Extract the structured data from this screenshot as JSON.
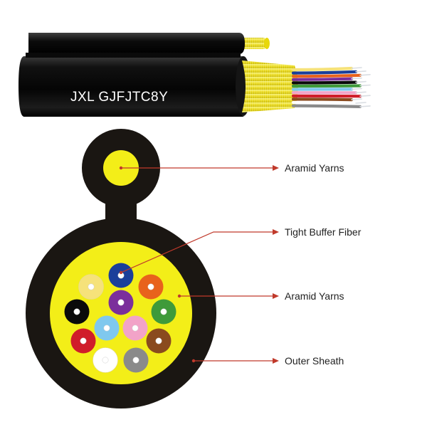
{
  "cable": {
    "model_label": "JXL GJFJTC8Y"
  },
  "callouts": [
    {
      "label": "Aramid Yarns",
      "color": "#c0392b"
    },
    {
      "label": "Tight Buffer Fiber",
      "color": "#c0392b"
    },
    {
      "label": "Aramid Yarns",
      "color": "#c0392b"
    },
    {
      "label": "Outer Sheath",
      "color": "#c0392b"
    }
  ],
  "colors": {
    "sheath": "#1a1612",
    "aramid": "#f3ee18",
    "callout_line": "#c0392b"
  },
  "fibers": [
    {
      "color": "#f6e27a",
      "name": "yellow"
    },
    {
      "color": "#1b3f9a",
      "name": "blue"
    },
    {
      "color": "#e8621c",
      "name": "orange"
    },
    {
      "color": "#7b2f9c",
      "name": "violet"
    },
    {
      "color": "#0a0a0a",
      "name": "black"
    },
    {
      "color": "#3f9a3a",
      "name": "green"
    },
    {
      "color": "#7fc8ee",
      "name": "aqua"
    },
    {
      "color": "#f2a3c8",
      "name": "rose"
    },
    {
      "color": "#d01d2a",
      "name": "red"
    },
    {
      "color": "#8a4a1e",
      "name": "brown"
    },
    {
      "color": "#ffffff",
      "name": "white"
    },
    {
      "color": "#8a8a8a",
      "name": "slate"
    }
  ]
}
